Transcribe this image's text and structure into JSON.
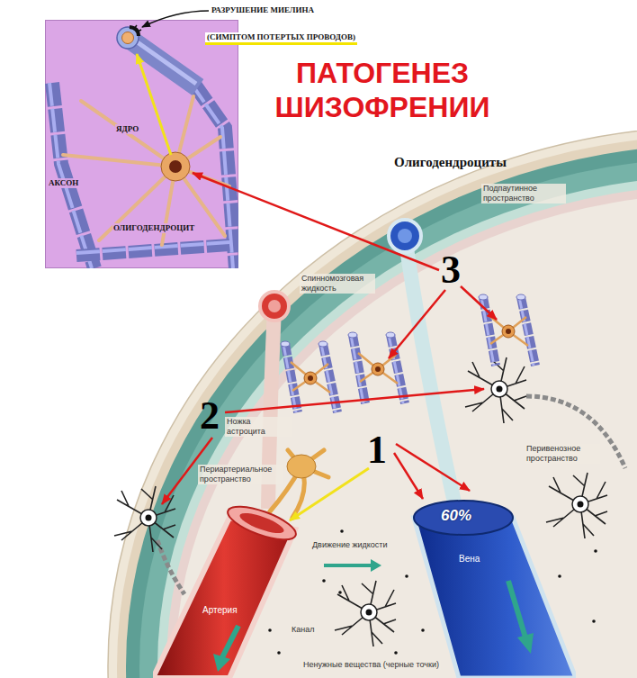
{
  "diagram": {
    "title": "ПАТОГЕНЕЗ ШИЗОФРЕНИИ",
    "nodes": [
      {
        "text": [
          "РАЗРУШЕНИЕ МИЕЛИНА",
          "(СИМПТОМ ПОТЕРТЫХ ПРОВОДОВ)",
          "ЯДРО",
          "АКСОН",
          "ОЛИГОДЕНДРОЦИТ"
        ]
      },
      {
        "text": [
          "Артерия"
        ]
      },
      {
        "text": [
          "60%",
          "Вена"
        ]
      }
    ],
    "labels": [
      "Олигодендроциты",
      "Подпаутинное пространство",
      "Спинномозговая жидкость",
      "3",
      "2",
      "1",
      "Ножка астроцита",
      "Периартериальное пространство",
      "Движение жидкости",
      "Перивенозное пространство",
      "Канал",
      "Ненужные вещества (черные точки)"
    ]
  }
}
